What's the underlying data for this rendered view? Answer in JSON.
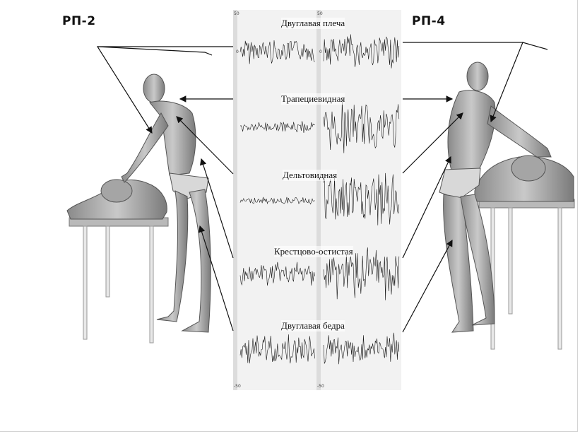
{
  "poses": {
    "left": "РП-2",
    "right": "РП-4"
  },
  "muscles": [
    {
      "name": "Двуглавая плеча",
      "amp_left": 0.45,
      "amp_right": 0.6
    },
    {
      "name": "Трапециевидная",
      "amp_left": 0.2,
      "amp_right": 0.85
    },
    {
      "name": "Дельтовидная",
      "amp_left": 0.12,
      "amp_right": 1.0
    },
    {
      "name": "Крестцово-остистая",
      "amp_left": 0.4,
      "amp_right": 0.9
    },
    {
      "name": "Двуглавая бедра",
      "amp_left": 0.5,
      "amp_right": 0.55
    }
  ],
  "ticks": {
    "top": [
      "50",
      "0",
      "-50"
    ],
    "zero": "0"
  }
}
